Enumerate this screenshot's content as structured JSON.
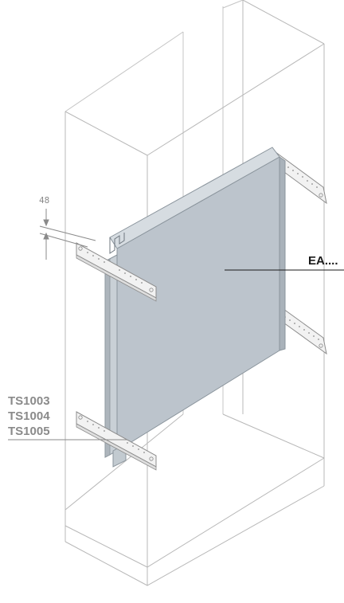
{
  "labels": {
    "dimension": "48",
    "plate": "EA....",
    "rails": [
      "TS1003",
      "TS1004",
      "TS1005"
    ]
  },
  "colors": {
    "cabinet_line": "#b8b8b8",
    "plate_fill": "#bcc4cc",
    "plate_edge": "#8a949c",
    "rail_fill": "#f2f2f2",
    "rail_line": "#8c8c8c",
    "plate_label": "#1a1a1a",
    "rail_label": "#8a8a8a"
  }
}
